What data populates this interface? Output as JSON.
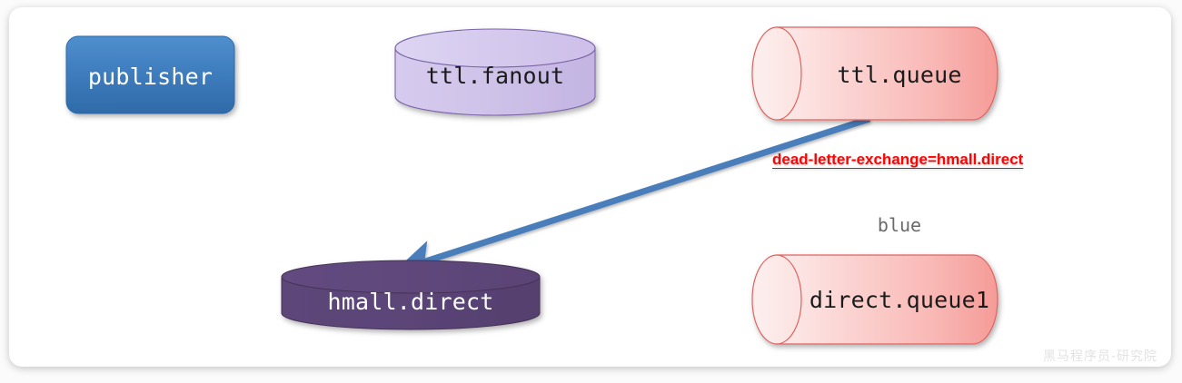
{
  "diagram": {
    "title": "RabbitMQ dead letter exchange flow",
    "background_color": "#fbfbfb",
    "card_color": "#ffffff",
    "arrow_color": "#4a7ebb",
    "nodes": [
      {
        "id": "publisher",
        "label": "publisher",
        "shape": "rounded-rect",
        "color": "#3d7cc0",
        "text_color": "#ffffff"
      },
      {
        "id": "ttl-fanout",
        "label": "ttl.fanout",
        "shape": "cylinder-vertical",
        "color": "#cfc2e8",
        "text_color": "#1b1b1b"
      },
      {
        "id": "ttl-queue",
        "label": "ttl.queue",
        "shape": "cylinder-horizontal",
        "color": "#f9b4b4",
        "text_color": "#1b1b1b"
      },
      {
        "id": "hmall-direct",
        "label": "hmall.direct",
        "shape": "cylinder-vertical",
        "color": "#5b4477",
        "text_color": "#ffffff"
      },
      {
        "id": "direct-queue1",
        "label": "direct.queue1",
        "shape": "cylinder-horizontal",
        "color": "#f9b4b4",
        "text_color": "#1b1b1b"
      }
    ],
    "annotations": [
      {
        "id": "dlx-annotation",
        "text": "dead-letter-exchange=hmall.direct",
        "color": "#fb0505"
      },
      {
        "id": "binding-key",
        "text": "blue",
        "color": "#6a6a6a"
      }
    ],
    "watermark": "黑马程序员-研究院",
    "edges": [
      {
        "id": "publisher-to-fanout",
        "from": "publisher",
        "to": "ttl-fanout"
      },
      {
        "id": "fanout-to-ttlqueue",
        "from": "ttl-fanout",
        "to": "ttl-queue"
      },
      {
        "id": "ttlqueue-to-hmalldirect",
        "from": "ttl-queue",
        "to": "hmall-direct"
      },
      {
        "id": "hmalldirect-to-directqueue1",
        "from": "hmall-direct",
        "to": "direct-queue1"
      }
    ]
  }
}
